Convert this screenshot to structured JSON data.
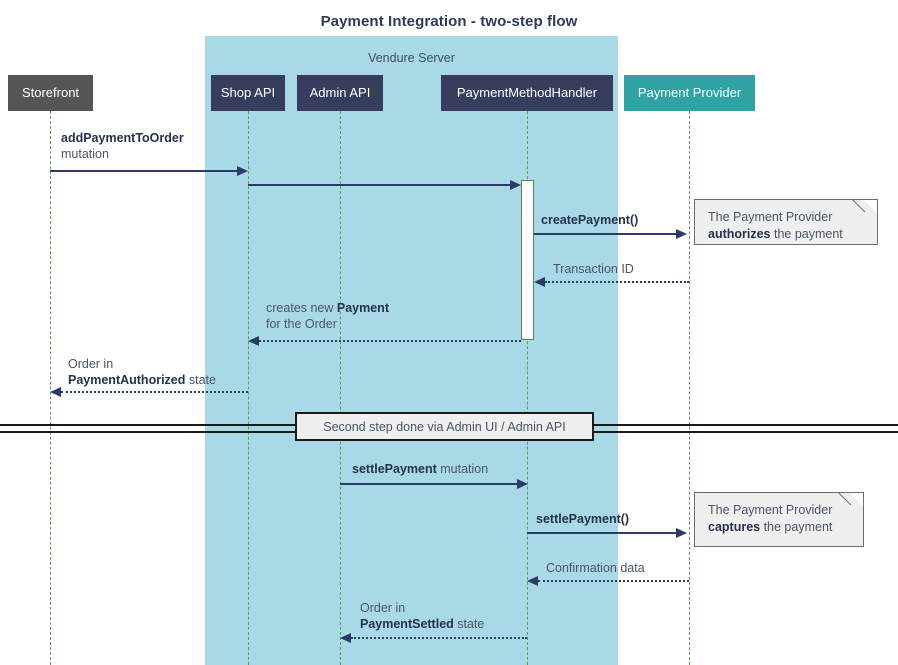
{
  "title": "Payment Integration - two-step flow",
  "colors": {
    "group_bg": "#a9d9e6",
    "participant_dark": "#373d5c",
    "participant_gray": "#555553",
    "participant_teal": "#2fa3a3",
    "arrow": "#2b3a67",
    "lifeline": "#5a9e4f",
    "note_bg": "#efefef",
    "text": "#4a5568"
  },
  "group": {
    "label": "Vendure Server"
  },
  "participants": [
    {
      "id": "storefront",
      "label": "Storefront",
      "style": "gray"
    },
    {
      "id": "shop-api",
      "label": "Shop API",
      "style": "dark"
    },
    {
      "id": "admin-api",
      "label": "Admin API",
      "style": "dark"
    },
    {
      "id": "payment-method-handler",
      "label": "PaymentMethodHandler",
      "style": "dark"
    },
    {
      "id": "payment-provider",
      "label": "Payment Provider",
      "style": "teal"
    }
  ],
  "messages": [
    {
      "id": "add-payment-to-order",
      "from": "storefront",
      "to": "shop-api",
      "kind": "solid",
      "direction": "right",
      "label_bold": "addPaymentToOrder",
      "label_plain": "mutation"
    },
    {
      "id": "shop-api-to-handler",
      "from": "shop-api",
      "to": "payment-method-handler",
      "kind": "solid",
      "direction": "right",
      "label_bold": "",
      "label_plain": ""
    },
    {
      "id": "create-payment",
      "from": "payment-method-handler",
      "to": "payment-provider",
      "kind": "solid",
      "direction": "right",
      "label_bold": "createPayment()",
      "label_plain": ""
    },
    {
      "id": "transaction-id",
      "from": "payment-provider",
      "to": "payment-method-handler",
      "kind": "dotted",
      "direction": "left",
      "label_bold": "",
      "label_plain": "Transaction ID"
    },
    {
      "id": "creates-new-payment",
      "from": "payment-method-handler",
      "to": "shop-api",
      "kind": "dotted",
      "direction": "left",
      "label_line1_plain": "creates new ",
      "label_line1_bold": "Payment",
      "label_line2_plain": "for the Order"
    },
    {
      "id": "order-payment-authorized",
      "from": "shop-api",
      "to": "storefront",
      "kind": "dotted",
      "direction": "left",
      "label_line1_plain": "Order in",
      "label_line2_bold": "PaymentAuthorized",
      "label_line2_plain": " state"
    },
    {
      "id": "settle-payment-mutation",
      "from": "admin-api",
      "to": "payment-method-handler",
      "kind": "solid",
      "direction": "right",
      "label_bold": "settlePayment",
      "label_plain": " mutation"
    },
    {
      "id": "settle-payment-call",
      "from": "payment-method-handler",
      "to": "payment-provider",
      "kind": "solid",
      "direction": "right",
      "label_bold": "settlePayment()",
      "label_plain": ""
    },
    {
      "id": "confirmation-data",
      "from": "payment-provider",
      "to": "payment-method-handler",
      "kind": "dotted",
      "direction": "left",
      "label_plain": "Confirmation data"
    },
    {
      "id": "order-payment-settled",
      "from": "payment-method-handler",
      "to": "admin-api",
      "kind": "dotted",
      "direction": "left",
      "label_line1_plain": "Order in",
      "label_line2_bold": "PaymentSettled",
      "label_line2_plain": " state"
    }
  ],
  "notes": [
    {
      "id": "note-authorizes",
      "line1": "The Payment Provider",
      "line2_bold": "authorizes",
      "line2_plain": " the payment"
    },
    {
      "id": "note-captures",
      "line1": "The Payment Provider",
      "line2_bold": "captures",
      "line2_plain": " the payment"
    }
  ],
  "divider": {
    "label": "Second step done via Admin UI / Admin API"
  }
}
